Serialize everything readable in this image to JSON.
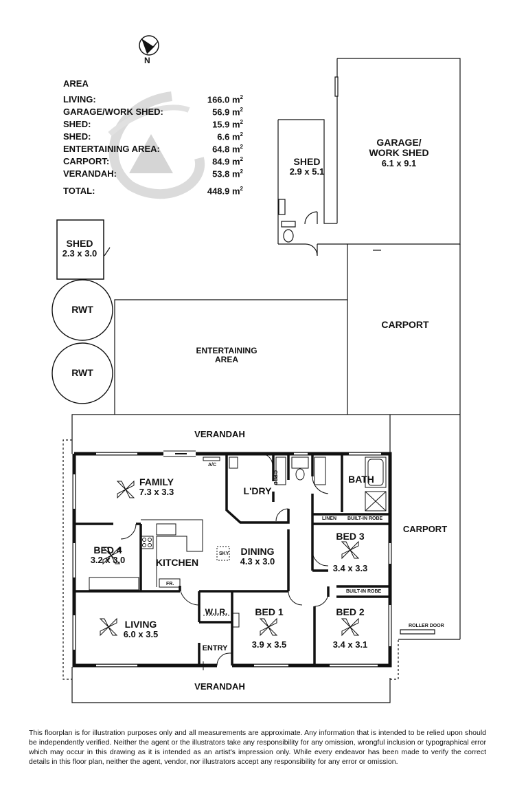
{
  "compass": {
    "label": "N"
  },
  "area_table": {
    "title": "AREA",
    "rows": [
      {
        "label": "LIVING:",
        "value": "166.0 m",
        "unit_sup": "2"
      },
      {
        "label": "GARAGE/WORK SHED:",
        "value": "56.9 m",
        "unit_sup": "2"
      },
      {
        "label": "SHED:",
        "value": "15.9 m",
        "unit_sup": "2"
      },
      {
        "label": "SHED:",
        "value": "6.6 m",
        "unit_sup": "2"
      },
      {
        "label": "ENTERTAINING AREA:",
        "value": "64.8 m",
        "unit_sup": "2"
      },
      {
        "label": "CARPORT:",
        "value": "84.9 m",
        "unit_sup": "2"
      },
      {
        "label": "VERANDAH:",
        "value": "53.8 m",
        "unit_sup": "2"
      },
      {
        "label": "TOTAL:",
        "value": "448.9 m",
        "unit_sup": "2"
      }
    ]
  },
  "rooms": {
    "shed_large": {
      "name": "SHED",
      "dims": "2.9 x 5.1"
    },
    "garage": {
      "name1": "GARAGE/",
      "name2": "WORK SHED",
      "dims": "6.1 x 9.1"
    },
    "shed_small": {
      "name": "SHED",
      "dims": "2.3 x 3.0"
    },
    "rwt1": {
      "name": "RWT"
    },
    "rwt2": {
      "name": "RWT"
    },
    "carport_top": {
      "name": "CARPORT"
    },
    "entertaining": {
      "name1": "ENTERTAINING",
      "name2": "AREA"
    },
    "verandah_top": {
      "name": "VERANDAH"
    },
    "verandah_bottom": {
      "name": "VERANDAH"
    },
    "carport_side": {
      "name": "CARPORT"
    },
    "family": {
      "name": "FAMILY",
      "dims": "7.3 x 3.3"
    },
    "laundry": {
      "name": "L'DRY"
    },
    "bath": {
      "name": "BATH"
    },
    "bed3": {
      "name": "BED 3",
      "dims": "3.4 x 3.3"
    },
    "bed4": {
      "name": "BED 4",
      "dims": "3.2 x 3.0"
    },
    "kitchen": {
      "name": "KITCHEN"
    },
    "dining": {
      "name": "DINING",
      "dims": "4.3 x 3.0"
    },
    "living": {
      "name": "LIVING",
      "dims": "6.0 x 3.5"
    },
    "wir": {
      "name": "W.I.R."
    },
    "bed1": {
      "name": "BED 1",
      "dims": "3.9 x 3.5"
    },
    "bed2": {
      "name": "BED 2",
      "dims": "3.4 x 3.1"
    },
    "entry": {
      "name": "ENTRY"
    }
  },
  "small_labels": {
    "ac": "A/C",
    "cpbd": "C'PBD",
    "linen": "LINEN",
    "robe1": "BUILT-IN ROBE",
    "robe2": "BUILT-IN ROBE",
    "sky": "SKY",
    "fr": "FR.",
    "roller_door": "ROLLER DOOR"
  },
  "disclaimer": "This floorplan is for illustration purposes only and all measurements are approximate. Any information that is intended to be relied upon should be independently verified. Neither the agent or the illustrators take any responsibility for any omission, wrongful inclusion or typographical error which may occur in this drawing as it is intended as an artist's impression only. While every endeavor has been made to verify the correct details in this floor plan, neither the agent, vendor, nor illustrators accept any responsibility for any error or omission."
}
